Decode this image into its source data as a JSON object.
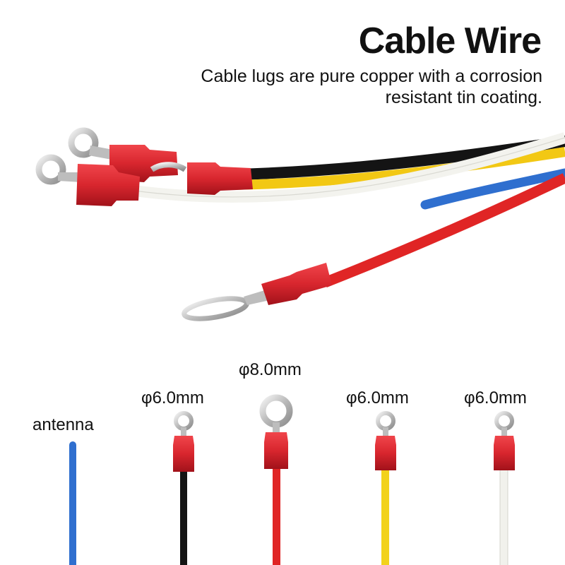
{
  "header": {
    "title": "Cable Wire",
    "subtitle_line1": "Cable lugs are pure copper with a corrosion",
    "subtitle_line2": "resistant tin coating."
  },
  "specs": [
    {
      "label": "antenna",
      "wire_color": "#2f6fcf"
    },
    {
      "label": "φ6.0mm",
      "wire_color": "#1a1a1a"
    },
    {
      "label": "φ8.0mm",
      "wire_color": "#e02525"
    },
    {
      "label": "φ6.0mm",
      "wire_color": "#f2d21b"
    },
    {
      "label": "φ6.0mm",
      "wire_color": "#f1f1ec"
    }
  ],
  "colors": {
    "terminal_red": "#d8262e",
    "lug_metal": "#c9c9c9"
  }
}
